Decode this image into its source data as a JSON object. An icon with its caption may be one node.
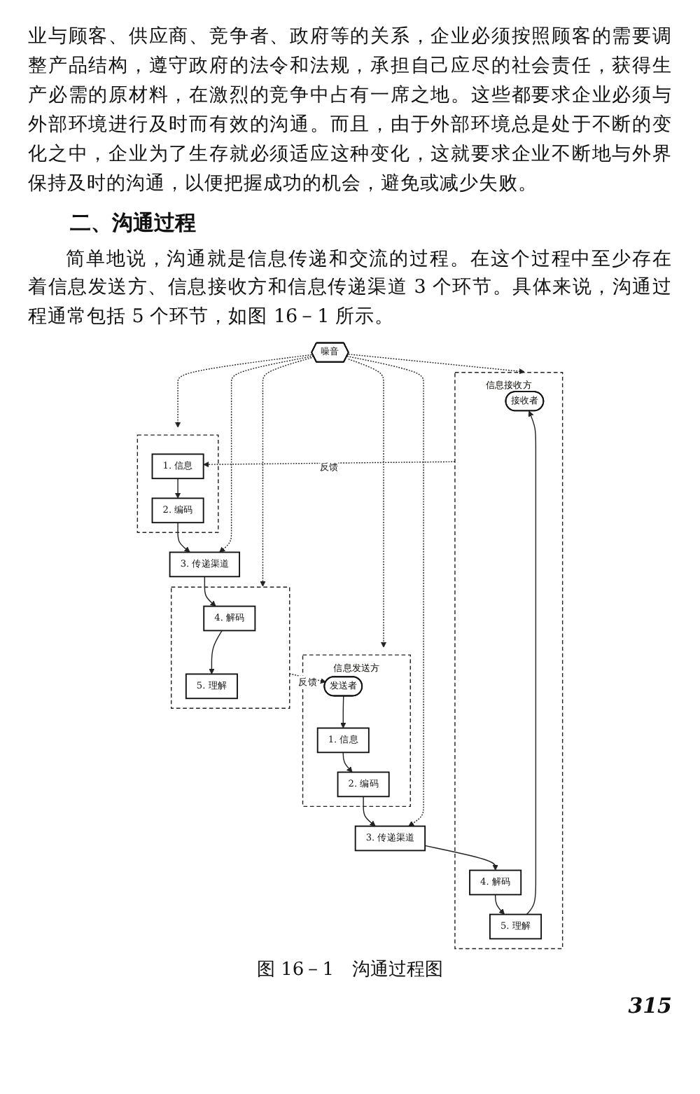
{
  "diagram": {
    "title": "二、沟通过程",
    "caption": "图 16－1　沟通过程图",
    "nodes": [
      {
        "text": [
          "信息接收方"
        ]
      },
      {
        "text": [
          "接收者"
        ],
        "in": 0
      },
      {
        "text": [
          "5. 理解"
        ],
        "in": 0
      },
      {
        "text": [
          "4. 解码"
        ],
        "in": 0
      },
      {
        "text": [
          "3. 传递渠道"
        ]
      },
      {
        "text": [
          "信息发送方"
        ]
      },
      {
        "text": [
          "2. 编码"
        ],
        "in": 5
      },
      {
        "text": [
          "1. 信息"
        ],
        "in": 5
      },
      {
        "text": [
          "发送者"
        ],
        "in": 5
      },
      {
        "text": [
          "噪音"
        ]
      },
      {
        "text": [],
        "shape": "box"
      },
      {
        "text": [
          "1. 信息"
        ],
        "in": 10
      },
      {
        "text": [
          "2. 编码"
        ],
        "in": 10
      },
      {
        "text": [
          "3. 传递渠道"
        ]
      },
      {
        "text": [],
        "shape": "box"
      },
      {
        "text": [
          "4. 解码"
        ],
        "in": 14
      },
      {
        "text": [
          "5. 理解"
        ],
        "in": 14
      }
    ],
    "edges": [
      {
        "from": 8,
        "to": 7,
        "arrow": "to"
      },
      {
        "from": 7,
        "to": 6,
        "arrow": "to"
      },
      {
        "from": 6,
        "to": 4,
        "arrow": "to"
      },
      {
        "from": 4,
        "to": 3,
        "arrow": "to"
      },
      {
        "from": 3,
        "to": 2,
        "arrow": "to"
      },
      {
        "from": 2,
        "to": 1,
        "arrow": "to"
      },
      {
        "from": 11,
        "to": 12,
        "arrow": "to"
      },
      {
        "from": 12,
        "to": 13,
        "arrow": "to"
      },
      {
        "from": 13,
        "to": 15,
        "arrow": "to"
      },
      {
        "from": 15,
        "to": 16,
        "arrow": "to"
      },
      {
        "from": 9,
        "to": 0,
        "arrow": "to",
        "style": "dashed"
      },
      {
        "from": 9,
        "to": 10,
        "arrow": "to",
        "style": "dashed"
      },
      {
        "from": 9,
        "to": 4,
        "arrow": "to",
        "style": "dashed"
      },
      {
        "from": 9,
        "to": 13,
        "arrow": "to",
        "style": "dashed"
      },
      {
        "from": 9,
        "to": 5,
        "arrow": "to",
        "style": "dashed"
      },
      {
        "from": 9,
        "to": 14,
        "arrow": "to",
        "style": "dashed"
      },
      {
        "from": 0,
        "to": 11,
        "arrow": "to",
        "label": "反馈",
        "style": "dashed"
      },
      {
        "from": 14,
        "to": 8,
        "arrow": "to",
        "label": "反馈",
        "style": "dashed"
      }
    ],
    "labels": [
      "业与顾客、供应商、竞争者、政府等的关系，企业必须按照顾客的需要调整产品结构，遵守政府的法令和法规，承担自己应尽的社会责任，获得生产必需的原材料，在激烈的竞争中占有一席之地。这些都要求企业必须与外部环境进行及时而有效的沟通。而且，由于外部环境总是处于不断的变化之中，企业为了生存就必须适应这种变化，这就要求企业不断地与外界保持及时的沟通，以便把握成功的机会，避免或减少失败。",
      "简单地说，沟通就是信息传递和交流的过程。在这个过程中至少存在着信息发送方、信息接收方和信息传递渠道 3 个环节。具体来说，沟通过程通常包括 5 个环节，如图 16－1 所示。",
      "315"
    ]
  }
}
